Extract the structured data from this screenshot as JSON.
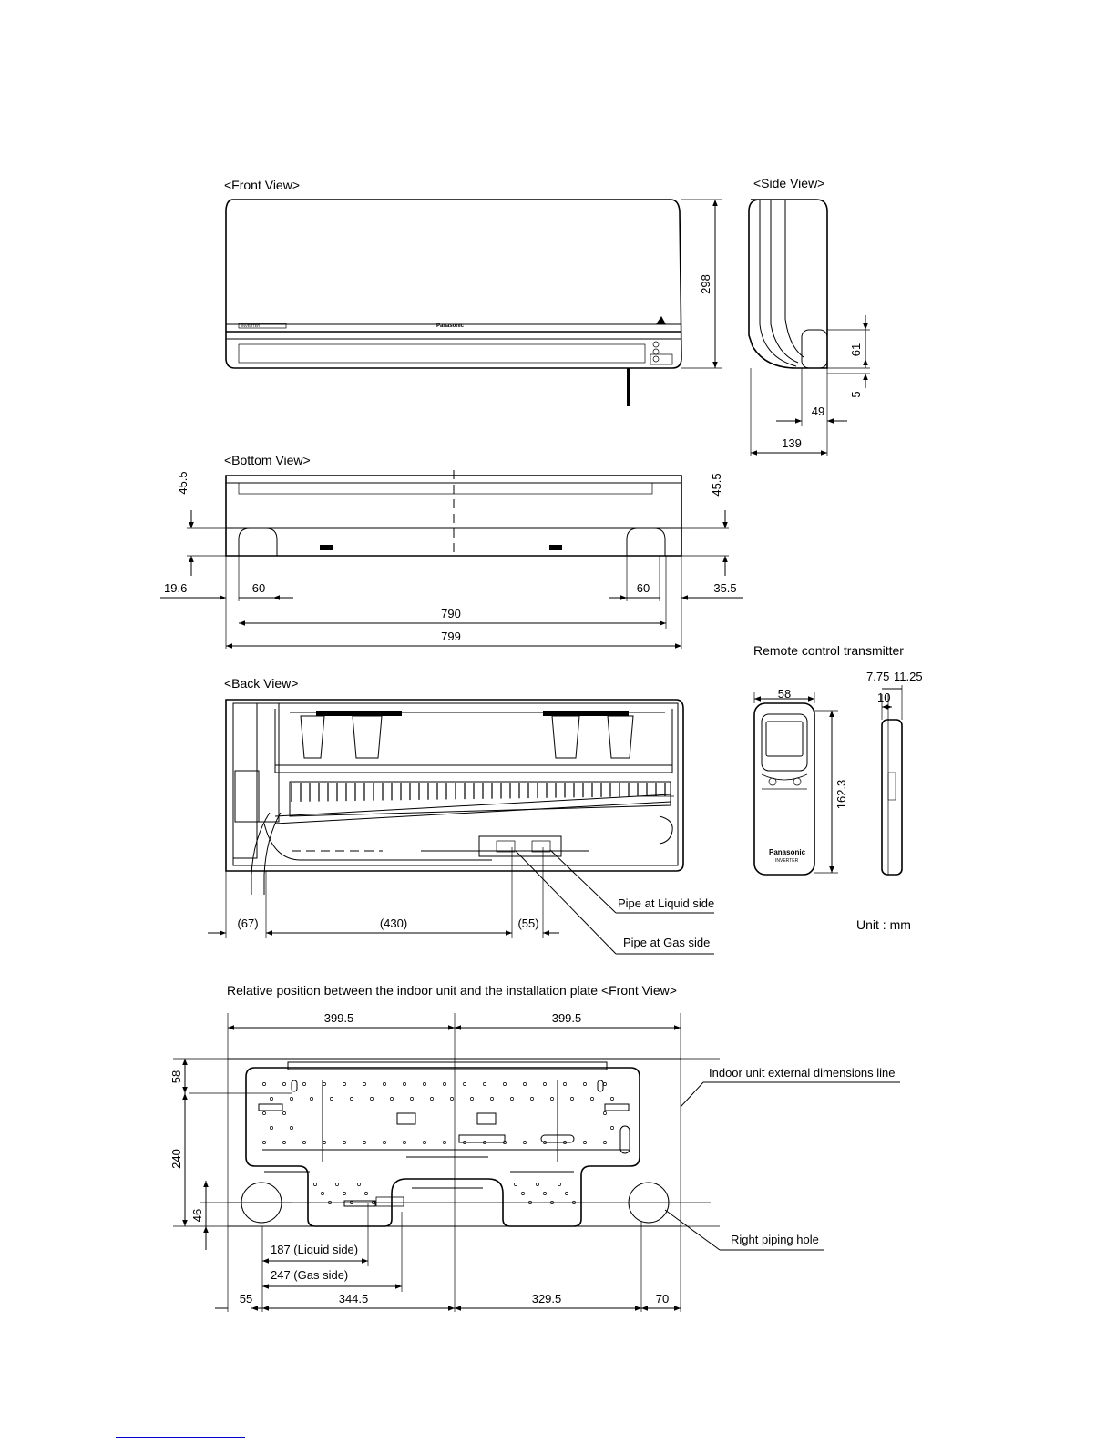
{
  "views": {
    "front": "<Front View>",
    "side": "<Side View>",
    "bottom": "<Bottom View>",
    "back": "<Back View>",
    "remote": "Remote control transmitter",
    "unit": "Unit : mm",
    "relative": "Relative position between the indoor unit and the installation plate <Front View>"
  },
  "front": {
    "height": "298",
    "logo": "Panasonic",
    "badge": "INVERTER"
  },
  "side": {
    "d61": "61",
    "d5": "5",
    "d49": "49",
    "d139": "139"
  },
  "bottom": {
    "d45a": "45.5",
    "d45b": "45.5",
    "d196": "19.6",
    "d60a": "60",
    "d60b": "60",
    "d355": "35.5",
    "d790": "790",
    "d799": "799"
  },
  "remote": {
    "d58": "58",
    "d1623": "162.3",
    "d775": "7.75",
    "d1125": "11.25",
    "d10": "10",
    "brand": "Panasonic",
    "model": "INVERTER"
  },
  "back": {
    "d67": "(67)",
    "d430": "(430)",
    "d55": "(55)",
    "liquid": "Pipe at Liquid side",
    "gas": "Pipe at Gas side"
  },
  "plate": {
    "d3995a": "399.5",
    "d3995b": "399.5",
    "d58": "58",
    "d240": "240",
    "d46": "46",
    "liquid": "187 (Liquid side)",
    "gas": "247 (Gas side)",
    "d55": "55",
    "d3445": "344.5",
    "d3295": "329.5",
    "d70": "70",
    "outline": "Indoor unit external dimensions line",
    "hole": "Right piping hole"
  }
}
